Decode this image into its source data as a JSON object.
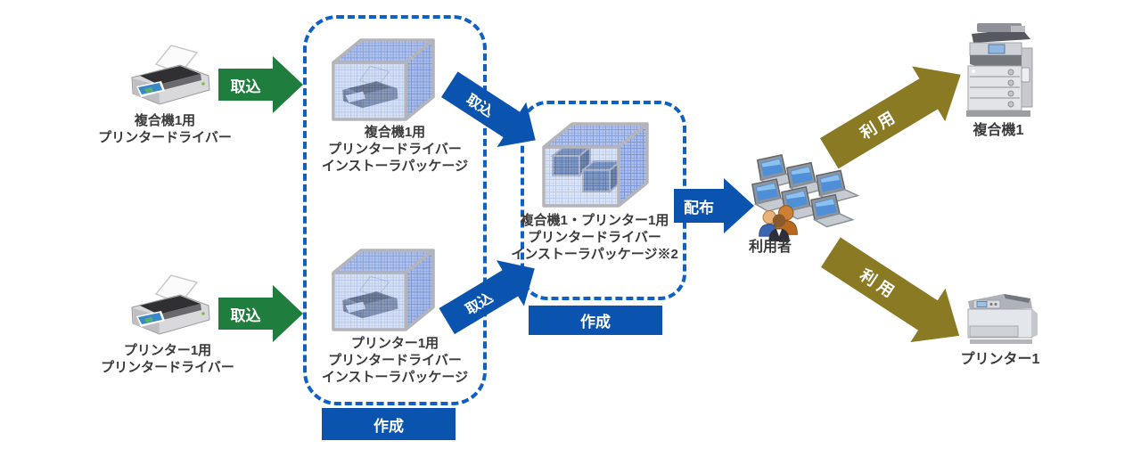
{
  "colors": {
    "import_arrow_green": "#1f7e3d",
    "process_blue": "#0a53ae",
    "dashed_border_blue": "#0e60c4",
    "use_arrow_olive": "#8a7a24",
    "label_text": "#3a3a3a"
  },
  "sources": [
    {
      "line1": "複合機1用",
      "line2": "プリンタードライバー"
    },
    {
      "line1": "プリンター1用",
      "line2": "プリンタードライバー"
    }
  ],
  "actions": {
    "import": "取込",
    "create": "作成",
    "distribute": "配布",
    "use": "利用"
  },
  "stage1": {
    "packages": [
      {
        "lines": [
          "複合機1用",
          "プリンタードライバー",
          "インストーラパッケージ"
        ]
      },
      {
        "lines": [
          "プリンター1用",
          "プリンタードライバー",
          "インストーラパッケージ"
        ]
      }
    ]
  },
  "stage2": {
    "package": {
      "lines": [
        "複合機1・プリンター1用",
        "プリンタードライバー",
        "インストーラパッケージ※2"
      ]
    }
  },
  "users": {
    "label": "利用者"
  },
  "targets": [
    {
      "label": "複合機1"
    },
    {
      "label": "プリンター1"
    }
  ]
}
